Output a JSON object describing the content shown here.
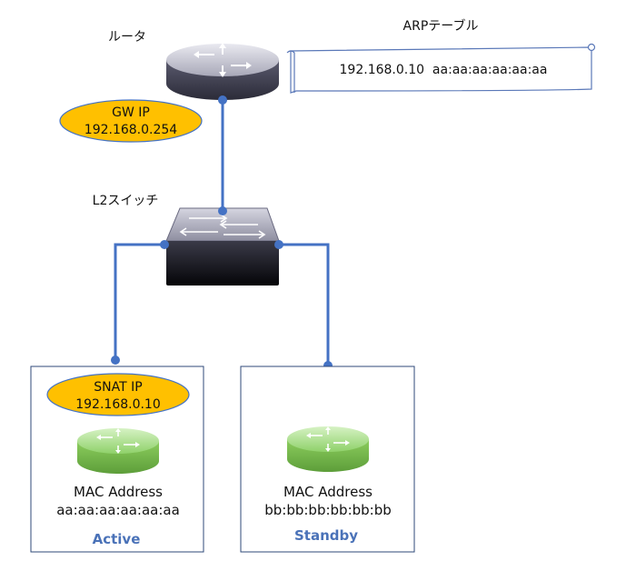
{
  "router": {
    "label": "ルータ",
    "icon": "router-icon"
  },
  "gateway": {
    "title": "GW IP",
    "ip": "192.168.0.254"
  },
  "arp_table": {
    "title": "ARPテーブル",
    "entry": "192.168.0.10  aa:aa:aa:aa:aa:aa"
  },
  "switch": {
    "label": "L2スイッチ",
    "icon": "switch-icon"
  },
  "active_node": {
    "snat_title": "SNAT IP",
    "snat_ip": "192.168.0.10",
    "mac_title": "MAC Address",
    "mac": "aa:aa:aa:aa:aa:aa",
    "status": "Active",
    "icon": "router-icon"
  },
  "standby_node": {
    "mac_title": "MAC Address",
    "mac": "bb:bb:bb:bb:bb:bb",
    "status": "Standby",
    "icon": "router-icon"
  },
  "colors": {
    "link": "#4472c4",
    "callout": "#ffc000",
    "status_text": "#4a72b8",
    "node_green": "#8fd16a"
  }
}
